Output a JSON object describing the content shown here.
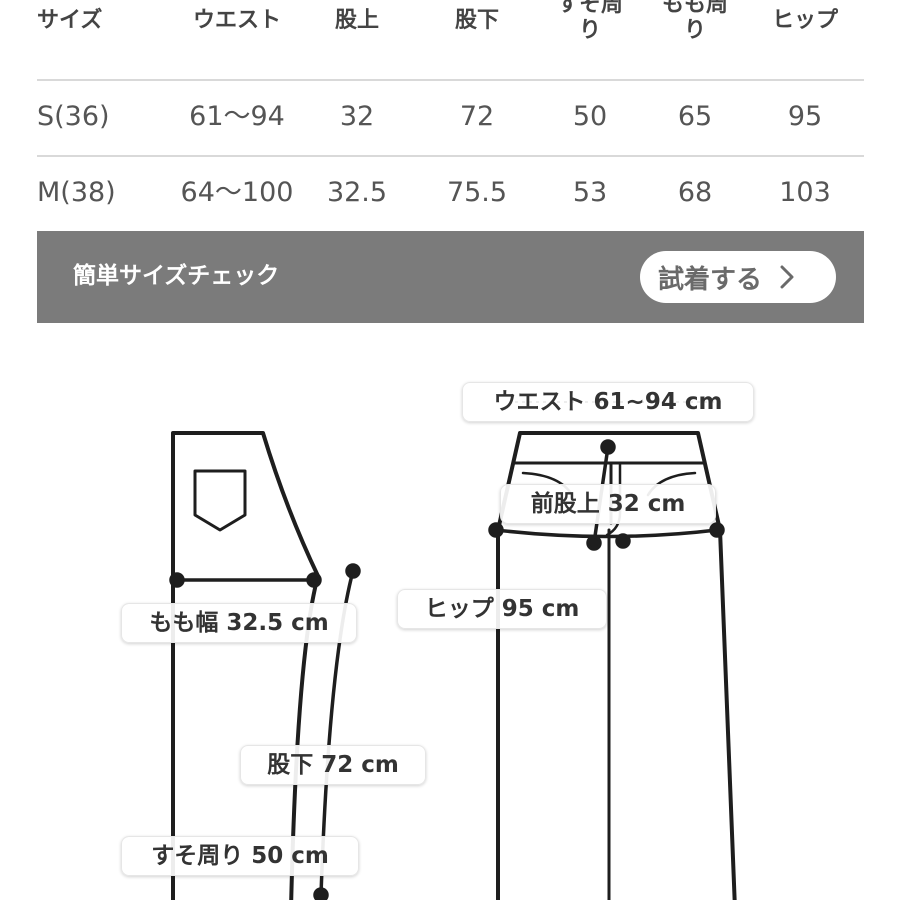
{
  "size_table": {
    "headers": [
      "サイズ",
      "ウエスト",
      "股上",
      "股下",
      "すそ周り",
      "もも周り",
      "ヒップ"
    ],
    "rows": [
      [
        "S(36)",
        "61〜94",
        "32",
        "72",
        "50",
        "65",
        "95"
      ],
      [
        "M(38)",
        "64〜100",
        "32.5",
        "75.5",
        "53",
        "68",
        "103"
      ]
    ]
  },
  "size_check": {
    "title": "簡単サイズチェック",
    "button_label": "試着する",
    "bar_color": "#7b7b7b"
  },
  "diagram": {
    "labels": {
      "waist": "ウエスト 61~94 cm",
      "front_rise": "前股上 32 cm",
      "hip": "ヒップ 95 cm",
      "thigh_width": "もも幅 32.5 cm",
      "inseam": "股下 72 cm",
      "hem": "すそ周り 50 cm"
    },
    "line_color": "#1e1e1e"
  }
}
